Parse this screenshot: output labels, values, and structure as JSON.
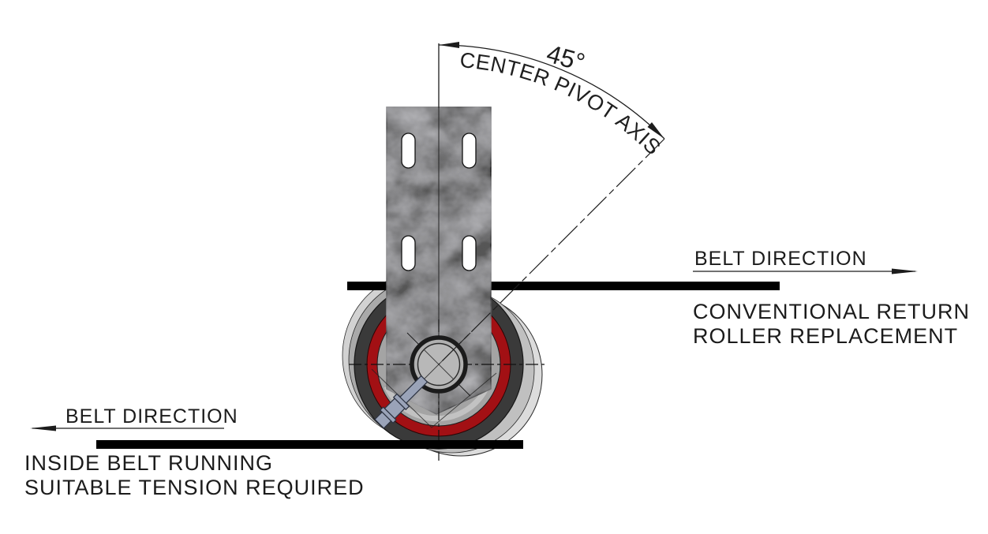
{
  "diagram": {
    "angle_label": "45°",
    "pivot_axis_label": "CENTER PIVOT AXIS",
    "top_belt": {
      "direction_label": "BELT DIRECTION",
      "caption_line1": "CONVENTIONAL RETURN",
      "caption_line2": "ROLLER REPLACEMENT"
    },
    "bottom_belt": {
      "direction_label": "BELT DIRECTION",
      "caption_line1": "INSIDE BELT RUNNING",
      "caption_line2": "SUITABLE TENSION REQUIRED"
    },
    "colors": {
      "roller_lagging_red": "#a21014",
      "roller_dark_ring": "#3a3a3a",
      "roller_face_gray": "#a4a4a4",
      "bracket_steel_gray": "#565656",
      "belt_black": "#000000",
      "annotation_line": "#1c1c1c"
    }
  }
}
